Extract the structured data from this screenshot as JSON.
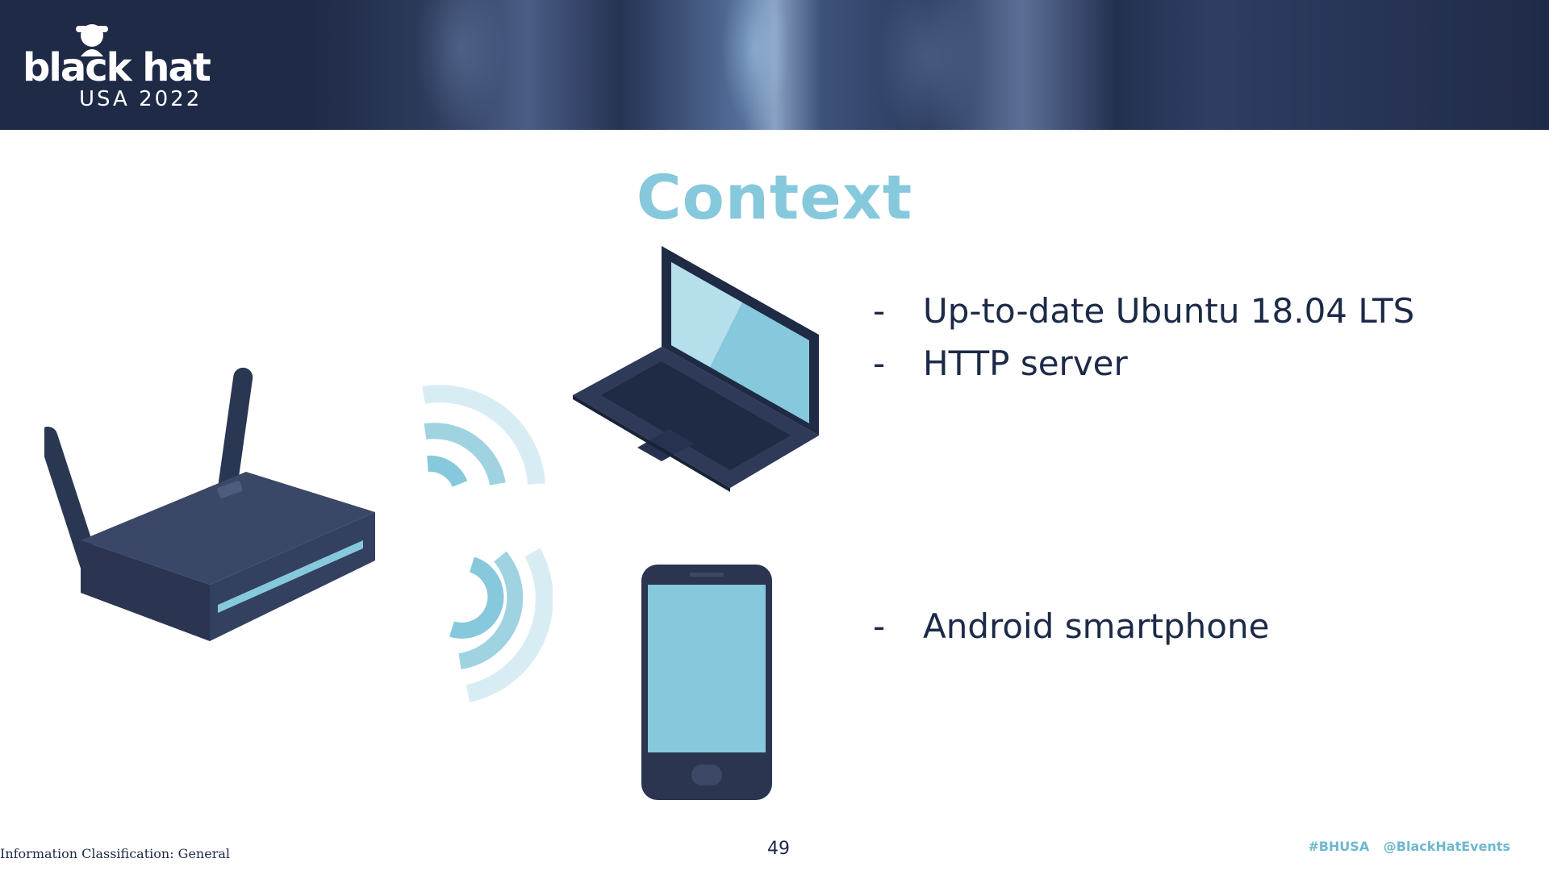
{
  "header": {
    "logo_brand": "black hat",
    "logo_event": "USA 2022"
  },
  "slide": {
    "title": "Context",
    "bullets": [
      {
        "dash": "-",
        "text": "Up-to-date Ubuntu 18.04 LTS"
      },
      {
        "dash": "-",
        "text": "HTTP server"
      },
      {
        "dash": "-",
        "text": "Android smartphone"
      }
    ],
    "illustrations": {
      "router": "router-icon",
      "wifi": "wifi-signal-icon",
      "laptop": "laptop-icon",
      "phone": "smartphone-icon"
    }
  },
  "footer": {
    "classification": "Information Classification: General",
    "page_number": "49",
    "hashtag": "#BHUSA",
    "handle": "@BlackHatEvents"
  },
  "colors": {
    "navy": "#1c2a48",
    "accent": "#86c8dc",
    "header": "#1f2a47"
  }
}
